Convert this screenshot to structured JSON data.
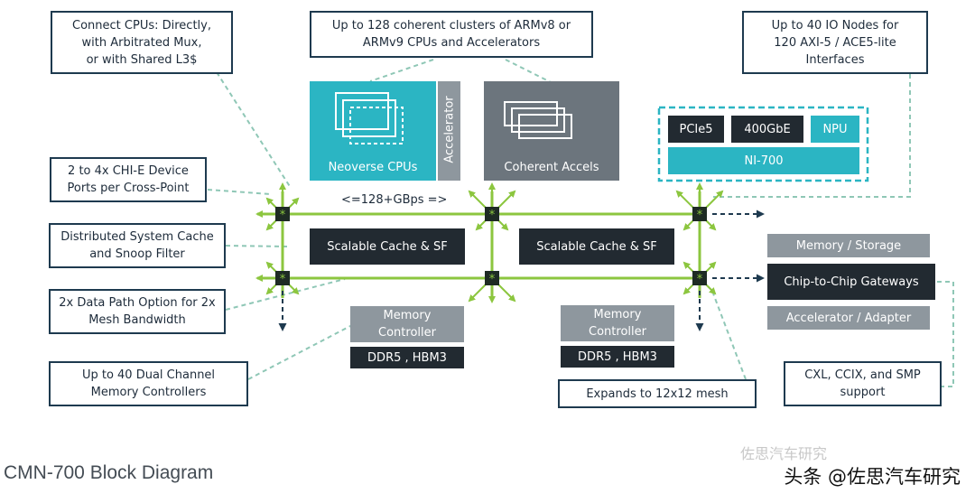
{
  "callouts": {
    "connect_cpus": "Connect CPUs: Directly,\nwith Arbitrated Mux,\nor with Shared L3$",
    "coherent_clusters": "Up to 128 coherent clusters of ARMv8 or\nARMv9 CPUs and Accelerators",
    "io_nodes": "Up to 40 IO Nodes for\n120 AXI-5 / ACE5-lite\nInterfaces",
    "chi_ports": "2 to 4x CHI-E Device\nPorts per Cross-Point",
    "system_cache": "Distributed System Cache\nand Snoop Filter",
    "data_path": "2x Data Path Option for 2x\nMesh Bandwidth",
    "mem_controllers": "Up to 40 Dual Channel\nMemory Controllers",
    "expands": "Expands to 12x12 mesh",
    "cxl": "CXL, CCIX, and SMP\nsupport"
  },
  "blocks": {
    "neoverse": "Neoverse CPUs",
    "accelerator": "Accelerator",
    "coherent_accels": "Coherent Accels",
    "pcie": "PCIe5",
    "gbe": "400GbE",
    "npu": "NPU",
    "ni700": "NI-700",
    "cache_left": "Scalable Cache & SF",
    "cache_right": "Scalable Cache & SF",
    "memory_storage": "Memory / Storage",
    "chip_to_chip": "Chip-to-Chip Gateways",
    "accel_adapter": "Accelerator / Adapter",
    "mem_ctrl_left": "Memory\nController",
    "ddr_left": "DDR5 , HBM3",
    "mem_ctrl_right": "Memory\nController",
    "ddr_right": "DDR5 , HBM3"
  },
  "bandwidth_label": "<=128+GBps =>",
  "caption": "CMN-700 Block Diagram",
  "watermark": "头条 @佐思汽车研究",
  "watermark_faint": "佐思汽车研究",
  "colors": {
    "mesh": "#8cc63f",
    "navy": "#1e3a4f",
    "dark": "#222a31",
    "grey": "#8e979e",
    "teal": "#2bb5c3",
    "leader": "#8fc7b6"
  }
}
